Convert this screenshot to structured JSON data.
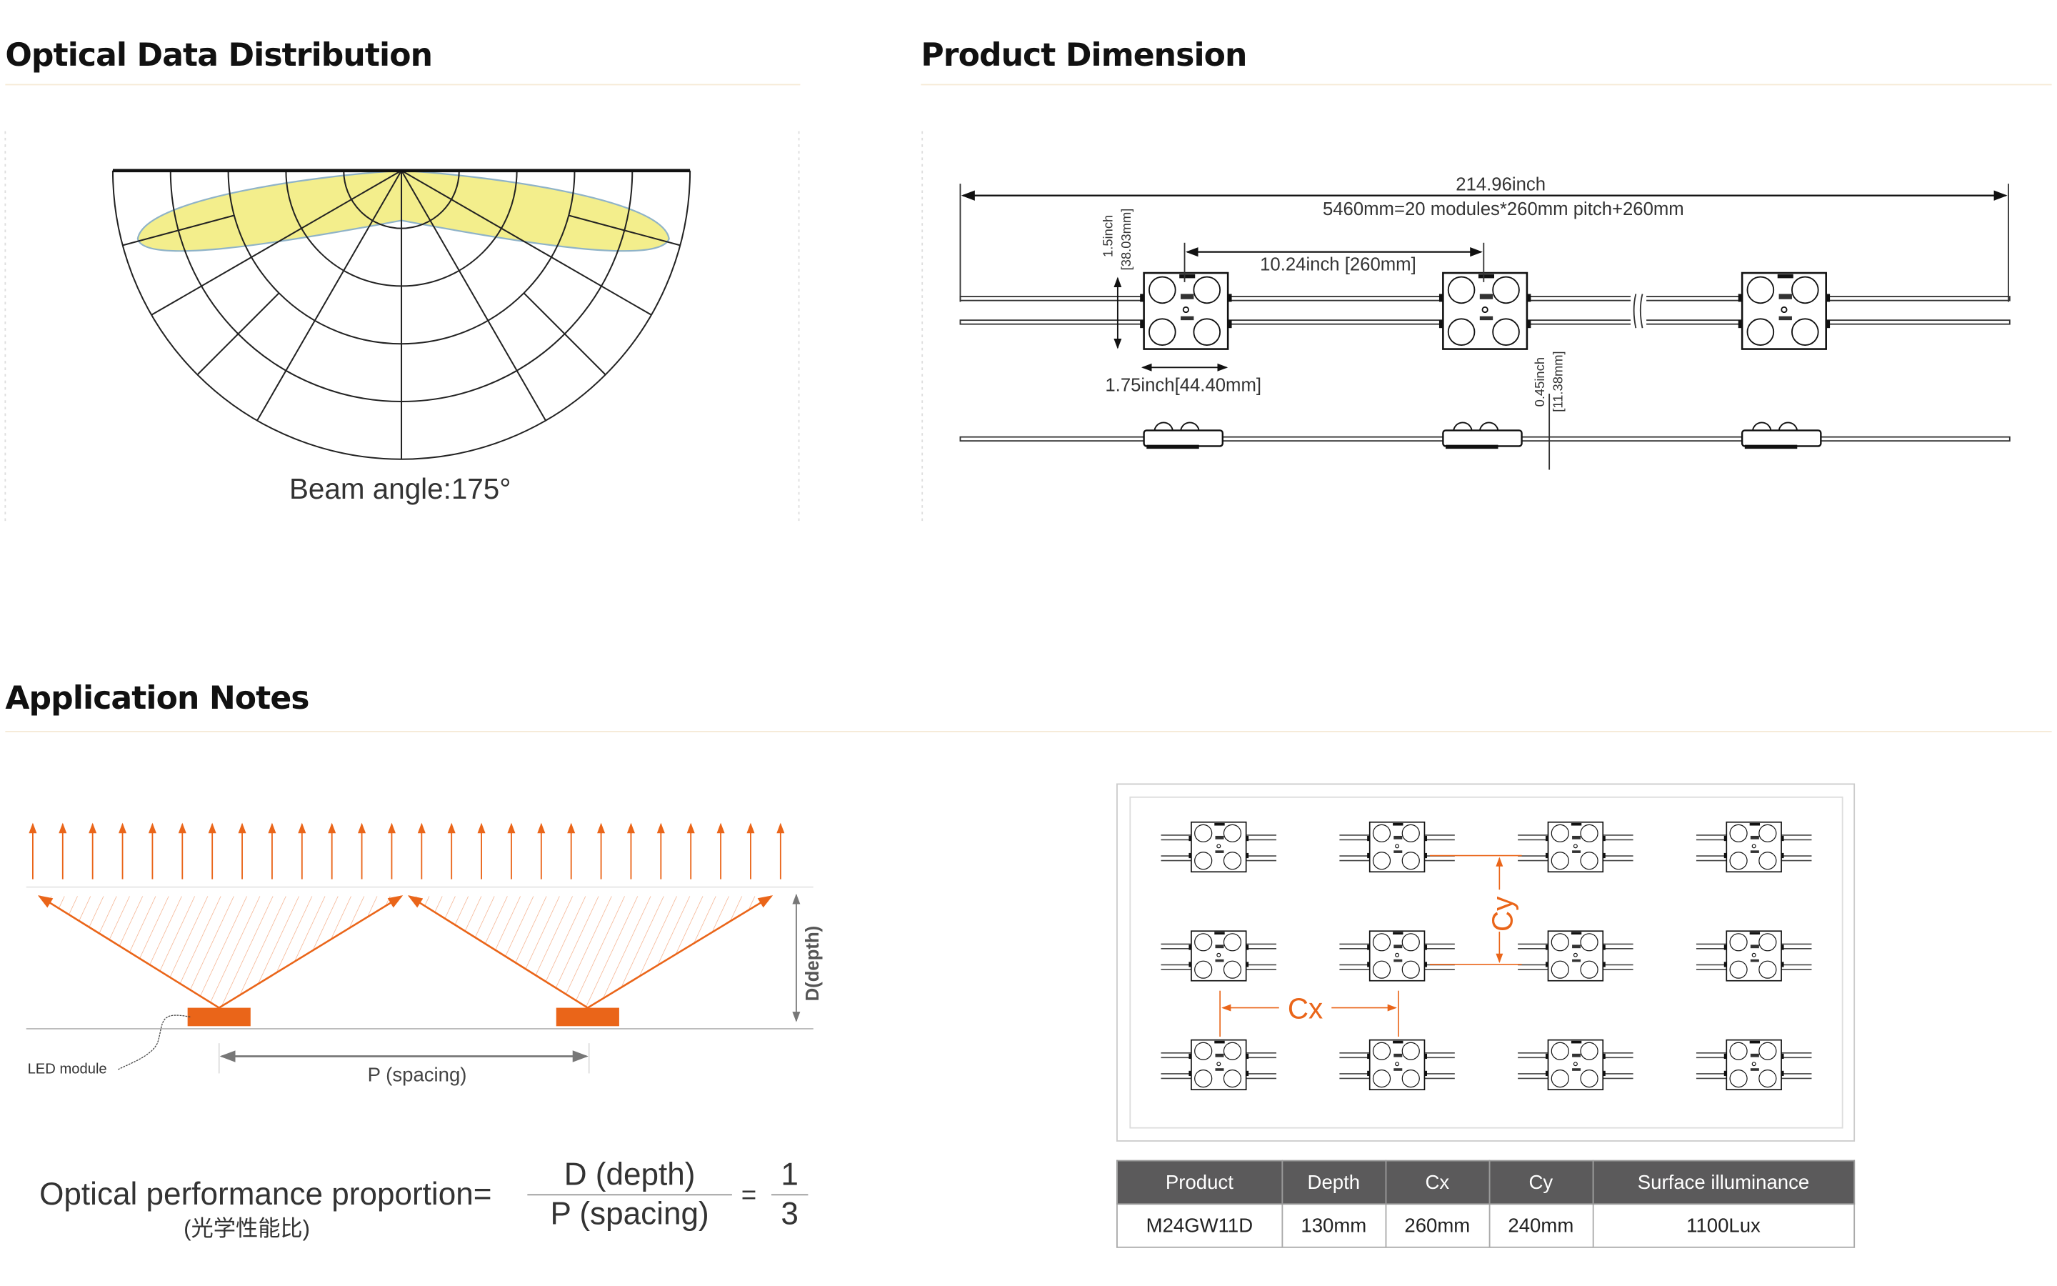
{
  "sections": {
    "optical": "Optical Data Distribution",
    "dimension": "Product Dimension",
    "application": "Application Notes"
  },
  "optical": {
    "beam_angle_label": "Beam angle:175°",
    "beam_angle_deg": 175,
    "lobe_color": "#f3ee8c"
  },
  "dimension": {
    "total_inch": "214.96inch",
    "total_formula": "5460mm=20 modules*260mm pitch+260mm",
    "pitch": "10.24inch [260mm]",
    "height_inch": "1.5inch",
    "height_mm": "[38.03mm]",
    "width": "1.75inch[44.40mm]",
    "depth_inch": "0.45inch",
    "depth_mm": "[11.38mm]"
  },
  "application": {
    "led_module": "LED module",
    "spacing": "P (spacing)",
    "depth": "D(depth)",
    "formula_label": "Optical performance proportion=",
    "formula_sub": "(光学性能比)",
    "numerator": "D (depth)",
    "denominator": "P (spacing)",
    "equals": "=",
    "ratio_num": "1",
    "ratio_den": "3",
    "cx": "Cx",
    "cy": "Cy",
    "accent": "#ea6519"
  },
  "table": {
    "headers": [
      "Product",
      "Depth",
      "Cx",
      "Cy",
      "Surface illuminance"
    ],
    "rows": [
      [
        "M24GW11D",
        "130mm",
        "260mm",
        "240mm",
        "1100Lux"
      ]
    ]
  }
}
